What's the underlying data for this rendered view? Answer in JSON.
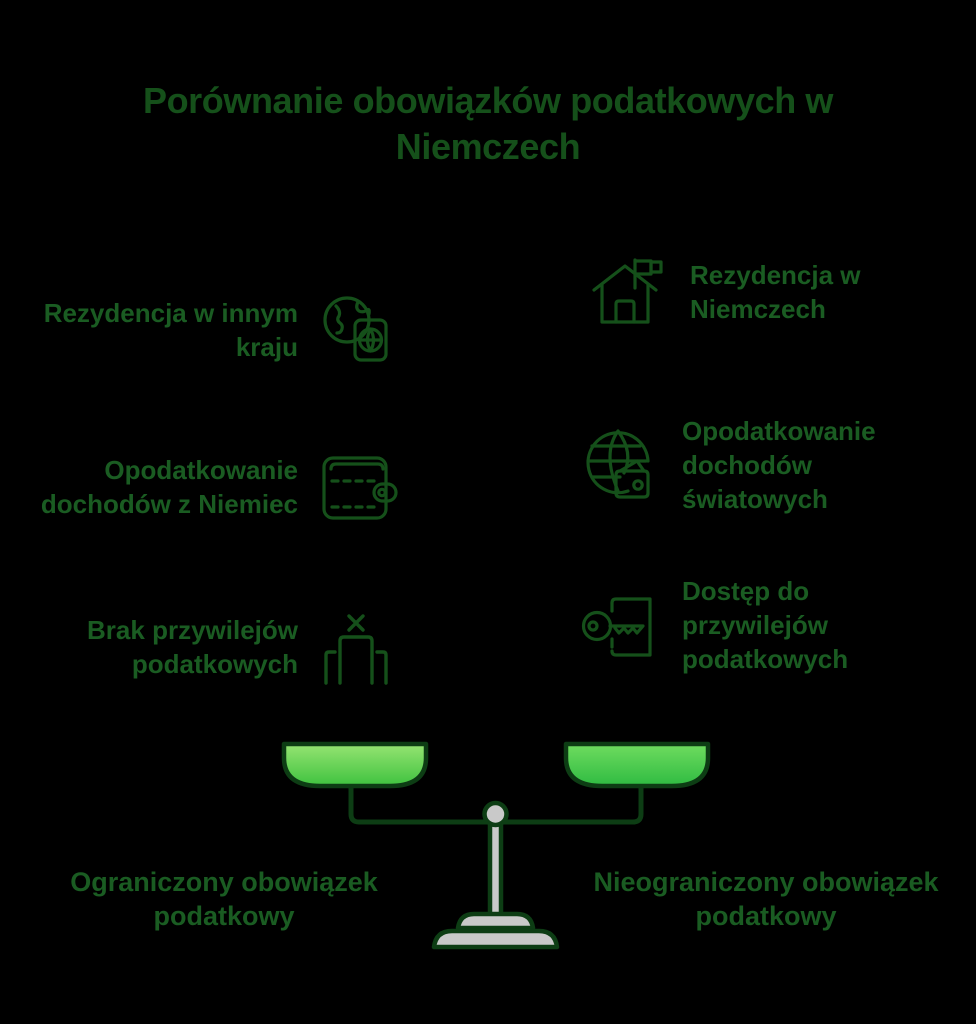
{
  "title": "Porównanie obowiązków podatkowych w Niemczech",
  "colors": {
    "background": "#000000",
    "text_dark_green": "#15501a",
    "label_green": "#1a5c22",
    "icon_stroke": "#15501a",
    "pan_gradient_light": "#8ede6a",
    "pan_gradient_dark": "#3cc93c",
    "stand_gray": "#c9c9c9",
    "beam_outline": "#0d3d14"
  },
  "left_column": {
    "heading": "Ograniczony obowiązek podatkowy",
    "items": [
      {
        "label": "Rezydencja w innym kraju",
        "icon": "globe-passport-icon"
      },
      {
        "label": "Opodatkowanie dochodów z Niemiec",
        "icon": "wallet-icon"
      },
      {
        "label": "Brak przywilejów podatkowych",
        "icon": "gate-x-icon"
      }
    ]
  },
  "right_column": {
    "heading": "Nieograniczony obowiązek podatkowy",
    "items": [
      {
        "label": "Rezydencja w Niemczech",
        "icon": "house-flag-icon"
      },
      {
        "label": "Opodatkowanie dochodów światowych",
        "icon": "globe-wallet-icon"
      },
      {
        "label": "Dostęp do przywilejów podatkowych",
        "icon": "key-door-icon"
      }
    ]
  },
  "scale": {
    "name": "balance-scale",
    "state": "balanced",
    "left_pan": "Ograniczony obowiązek podatkowy",
    "right_pan": "Nieograniczony obowiązek podatkowy"
  }
}
